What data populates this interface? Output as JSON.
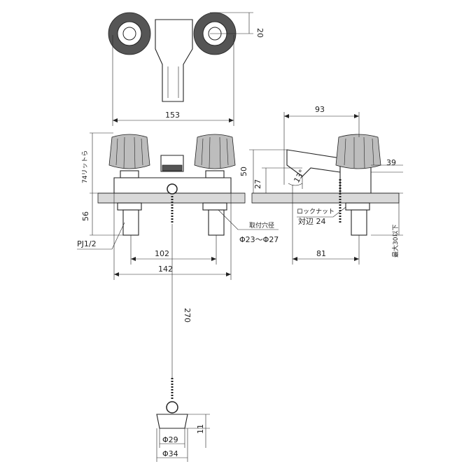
{
  "dimensions": {
    "top_height": "20",
    "top_width": "153",
    "side_width": "93",
    "handle_clearance": "74リットら",
    "spout_height": "50",
    "spout_lower": "27",
    "spout_angle": "13°",
    "side_39": "39",
    "below_counter": "56",
    "pipe_thread": "PJ1/2",
    "hole_label": "取付穴径",
    "hole_range": "Φ23～Φ27",
    "lock_nut_label": "ロックナット",
    "lock_nut_size": "対辺 24",
    "max_thickness": "最大30以下",
    "center_distance": "102",
    "overall_width": "142",
    "side_81": "81",
    "chain_length": "270",
    "plug_height": "11",
    "plug_small_dia": "Φ29",
    "plug_large_dia": "Φ34"
  },
  "colors": {
    "line": "#222222",
    "handle_dark": "#555555",
    "counter_hatch": "#d9d9d9"
  }
}
